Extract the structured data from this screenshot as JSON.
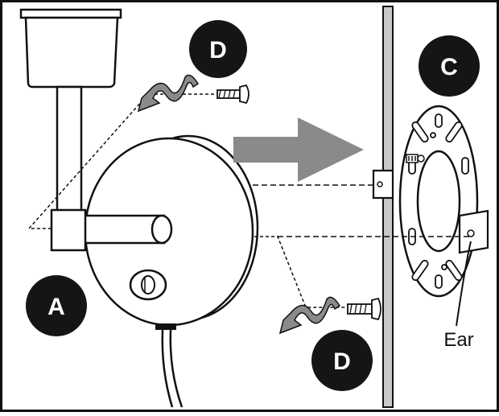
{
  "labels": {
    "part_a": "A",
    "part_c": "C",
    "part_d_top": "D",
    "part_d_bottom": "D",
    "ear": "Ear"
  },
  "colors": {
    "outline": "#111111",
    "badge": "#151515",
    "arrow": "#8a8a8a",
    "wall": "#c9c9c9",
    "background": "#ffffff"
  },
  "icons": {
    "screw": "screw-icon",
    "rotate": "rotate-arrow-icon",
    "direction": "direction-arrow-icon"
  }
}
